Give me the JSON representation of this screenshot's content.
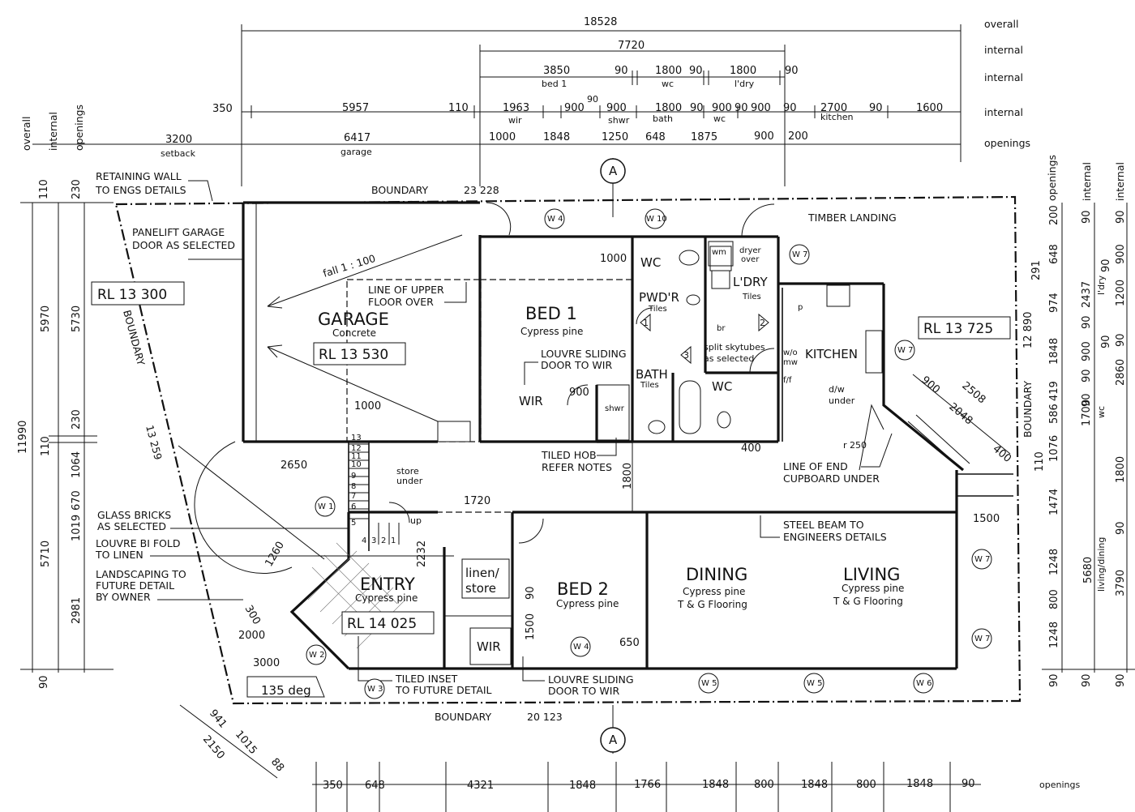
{
  "top_dims": {
    "overall": {
      "value": "18528"
    },
    "internal_upper": {
      "value": "7720"
    },
    "internal_rooms": [
      {
        "value": "3850",
        "label": "bed 1"
      },
      {
        "value": "90",
        "label": ""
      },
      {
        "value": "1800",
        "label": "wc"
      },
      {
        "value": "90",
        "label": ""
      },
      {
        "value": "1800",
        "label": "l'dry"
      },
      {
        "value": "90",
        "label": ""
      }
    ],
    "internal_ground": [
      "350",
      "5957",
      "110",
      "1963",
      "900",
      "90",
      "900",
      "1800",
      "90",
      "900",
      "90",
      "900",
      "90",
      "2700",
      "90",
      "1600"
    ],
    "internal_ground_labels": [
      "wir",
      "shwr",
      "bath",
      "wc",
      "kitchen"
    ],
    "openings": [
      "3200",
      "6417",
      "1000",
      "1848",
      "1250",
      "648",
      "1875",
      "900",
      "200"
    ],
    "openings_labels": [
      "setback",
      "garage"
    ],
    "row_labels": [
      "overall",
      "internal",
      "internal",
      "internal",
      "openings"
    ]
  },
  "left_dims": {
    "headers": [
      "overall",
      "internal",
      "openings"
    ],
    "overall": [
      "110",
      "11990",
      "90"
    ],
    "internal": [
      "5970",
      "110",
      "5710"
    ],
    "openings": [
      "230",
      "5730",
      "230",
      "1064",
      "670",
      "1019",
      "2981"
    ]
  },
  "right_dims": {
    "headers": [
      "openings",
      "internal",
      "internal"
    ],
    "openings": [
      "200",
      "648",
      "974",
      "1848",
      "419",
      "586",
      "1076",
      "1474",
      "1248",
      "800",
      "1248",
      "90"
    ],
    "internal": [
      "90",
      "2437",
      "90",
      "900",
      "90",
      "1700",
      "90",
      "110",
      "5680",
      "90"
    ],
    "internal2": [
      "90",
      "900",
      "1200",
      "90",
      "2860",
      "1800",
      "90",
      "3790",
      "90"
    ],
    "labels": [
      "l'dry",
      "wc",
      "living/dining"
    ],
    "extra": [
      "291",
      "12 890",
      "90",
      "90"
    ]
  },
  "bottom_dims": {
    "values": [
      "350",
      "648",
      "4321",
      "1848",
      "1766",
      "1848",
      "800",
      "1848",
      "800",
      "1848",
      "90"
    ],
    "label": "openings"
  },
  "rooms": {
    "garage": {
      "name": "GARAGE",
      "finish": "Concrete",
      "rl": "RL 13 530"
    },
    "bed1": {
      "name": "BED 1",
      "finish": "Cypress pine"
    },
    "bed2": {
      "name": "BED 2",
      "finish": "Cypress pine"
    },
    "entry": {
      "name": "ENTRY",
      "finish": "Cypress pine",
      "rl": "RL 14 025"
    },
    "dining": {
      "name": "DINING",
      "finish": "Cypress pine",
      "finish2": "T & G Flooring"
    },
    "living": {
      "name": "LIVING",
      "finish": "Cypress pine",
      "finish2": "T & G Flooring"
    },
    "kitchen": {
      "name": "KITCHEN"
    },
    "bath": {
      "name": "BATH",
      "finish": "Tiles"
    },
    "pwdr": {
      "name": "PWD'R",
      "finish": "Tiles"
    },
    "ldry": {
      "name": "L'DRY",
      "finish": "Tiles"
    },
    "wc1": {
      "name": "WC"
    },
    "wc2": {
      "name": "WC"
    },
    "wir1": {
      "name": "WIR"
    },
    "wir2": {
      "name": "WIR"
    },
    "linen": {
      "name1": "linen/",
      "name2": "store"
    }
  },
  "rl_tags": [
    "RL 13 300",
    "RL 13 725"
  ],
  "notes": {
    "retaining": [
      "RETAINING WALL",
      "TO ENGS DETAILS"
    ],
    "panelift": [
      "PANELIFT GARAGE",
      "DOOR AS SELECTED"
    ],
    "upper_floor": [
      "LINE OF UPPER",
      "FLOOR OVER"
    ],
    "fall": "fall 1 : 100",
    "louvre_wir1": [
      "LOUVRE SLIDING",
      "DOOR TO WIR"
    ],
    "tiled_hob": [
      "TILED HOB",
      "REFER NOTES"
    ],
    "glass_bricks": [
      "GLASS BRICKS",
      "AS SELECTED"
    ],
    "louvre_bifold": [
      "LOUVRE BI FOLD",
      "TO LINEN"
    ],
    "landscaping": [
      "LANDSCAPING TO",
      "FUTURE DETAIL",
      "BY OWNER"
    ],
    "tiled_inset": [
      "TILED INSET",
      "TO FUTURE DETAIL"
    ],
    "louvre_wir2": [
      "LOUVRE SLIDING",
      "DOOR TO WIR"
    ],
    "steel_beam": [
      "STEEL BEAM TO",
      "ENGINEERS DETAILS"
    ],
    "end_cupboard": [
      "LINE OF END",
      "CUPBOARD UNDER"
    ],
    "timber_landing": "TIMBER LANDING",
    "skytubes": [
      "split skytubes",
      "as selected"
    ],
    "store_under": [
      "store",
      "under"
    ],
    "dw_under": [
      "d/w",
      "under"
    ],
    "angle": "135 deg",
    "boundary_top": [
      "BOUNDARY",
      "23 228"
    ],
    "boundary_bottom": [
      "BOUNDARY",
      "20 123"
    ],
    "boundary_left": [
      "BOUNDARY",
      "13 259"
    ],
    "boundary_right": [
      "BOUNDARY",
      "12 890"
    ],
    "r250": "r 250",
    "wm_dryer": [
      "wm",
      "dryer",
      "over"
    ],
    "wo_mw": [
      "w/o",
      "mw"
    ],
    "ff": "f/f",
    "shwr": "shwr",
    "br": "br",
    "p": "p",
    "up": "up"
  },
  "inner_dims": [
    "1000",
    "900",
    "1000",
    "2650",
    "1720",
    "2232",
    "1260",
    "300",
    "2000",
    "3000",
    "1500",
    "90",
    "650",
    "1800",
    "400",
    "1500",
    "900",
    "2048",
    "2508",
    "400",
    "941",
    "1015",
    "2150",
    "88"
  ],
  "section_marks": [
    {
      "letter": "A"
    },
    {
      "letter": "A"
    }
  ],
  "window_tags": [
    "W 4",
    "W 10",
    "W 7",
    "W 7",
    "W 1",
    "W 2",
    "W 3",
    "W 4",
    "W 5",
    "W 5",
    "W 6",
    "W 7",
    "W 7"
  ],
  "stair_numbers": [
    "13",
    "12",
    "11",
    "10",
    "9",
    "8",
    "7",
    "6",
    "5",
    "4",
    "3",
    "2",
    "1"
  ],
  "numbered_markers": [
    "1",
    "2",
    "3"
  ]
}
